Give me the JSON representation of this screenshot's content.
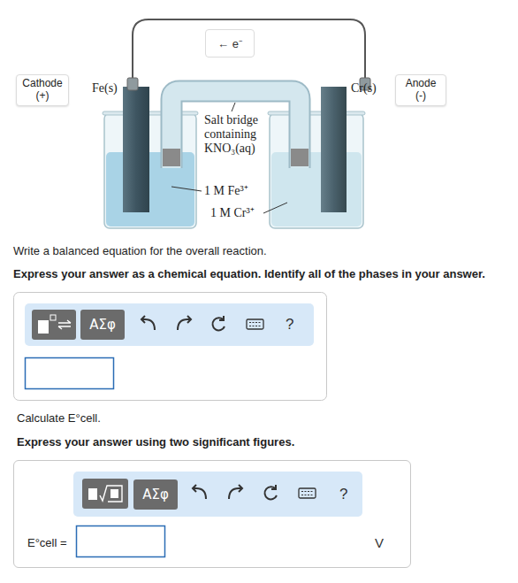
{
  "diagram": {
    "nodes": [
      {
        "text": [
          "← e⁻"
        ]
      },
      {
        "text": [
          "Cathode (+)"
        ]
      },
      {
        "text": [
          "Anode (-)"
        ]
      },
      {
        "text": [
          "?"
        ]
      },
      {
        "text": [
          "ΑΣφ"
        ],
        "in": 3
      },
      {
        "text": [
          "E°cell =",
          "V"
        ]
      },
      {
        "text": [
          "?"
        ],
        "in": 5
      },
      {
        "text": [
          "ΑΣφ"
        ],
        "in": 6
      }
    ],
    "labels": [
      "Fe(s)",
      "Cr(s)",
      "Salt bridge containing KNO₃(aq)",
      "1 M Fe³⁺",
      "1 M Cr³⁺",
      "Write a balanced equation for the overall reaction.",
      "Express your answer as a chemical equation. Identify all of the phases in your answer.",
      "Calculate E°cell.",
      "Express your answer using two significant figures."
    ]
  }
}
